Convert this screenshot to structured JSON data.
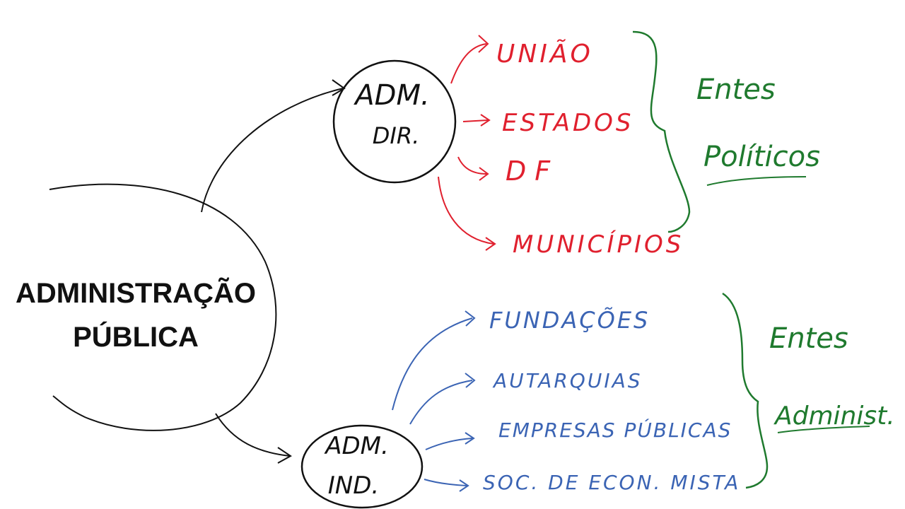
{
  "main": {
    "title_line1": "ADMINISTRAÇÃO",
    "title_line2": "PÚBLICA"
  },
  "direct": {
    "label_line1": "ADM.",
    "label_line2": "DIR.",
    "items": [
      "UNIÃO",
      "ESTADOS",
      "DF",
      "MUNICÍPIOS"
    ],
    "group_line1": "Entes",
    "group_line2": "Políticos"
  },
  "indirect": {
    "label_line1": "ADM.",
    "label_line2": "IND.",
    "items": [
      "FUNDAÇÕES",
      "AUTARQUIAS",
      "EMPRESAS PÚBLICAS",
      "SOC. DE ECON. MISTA"
    ],
    "group_line1": "Entes",
    "group_line2": "Administ."
  },
  "colors": {
    "ink": "#111111",
    "direct": "#e0202e",
    "indirect": "#3b64b4",
    "group": "#1f7a2e"
  }
}
